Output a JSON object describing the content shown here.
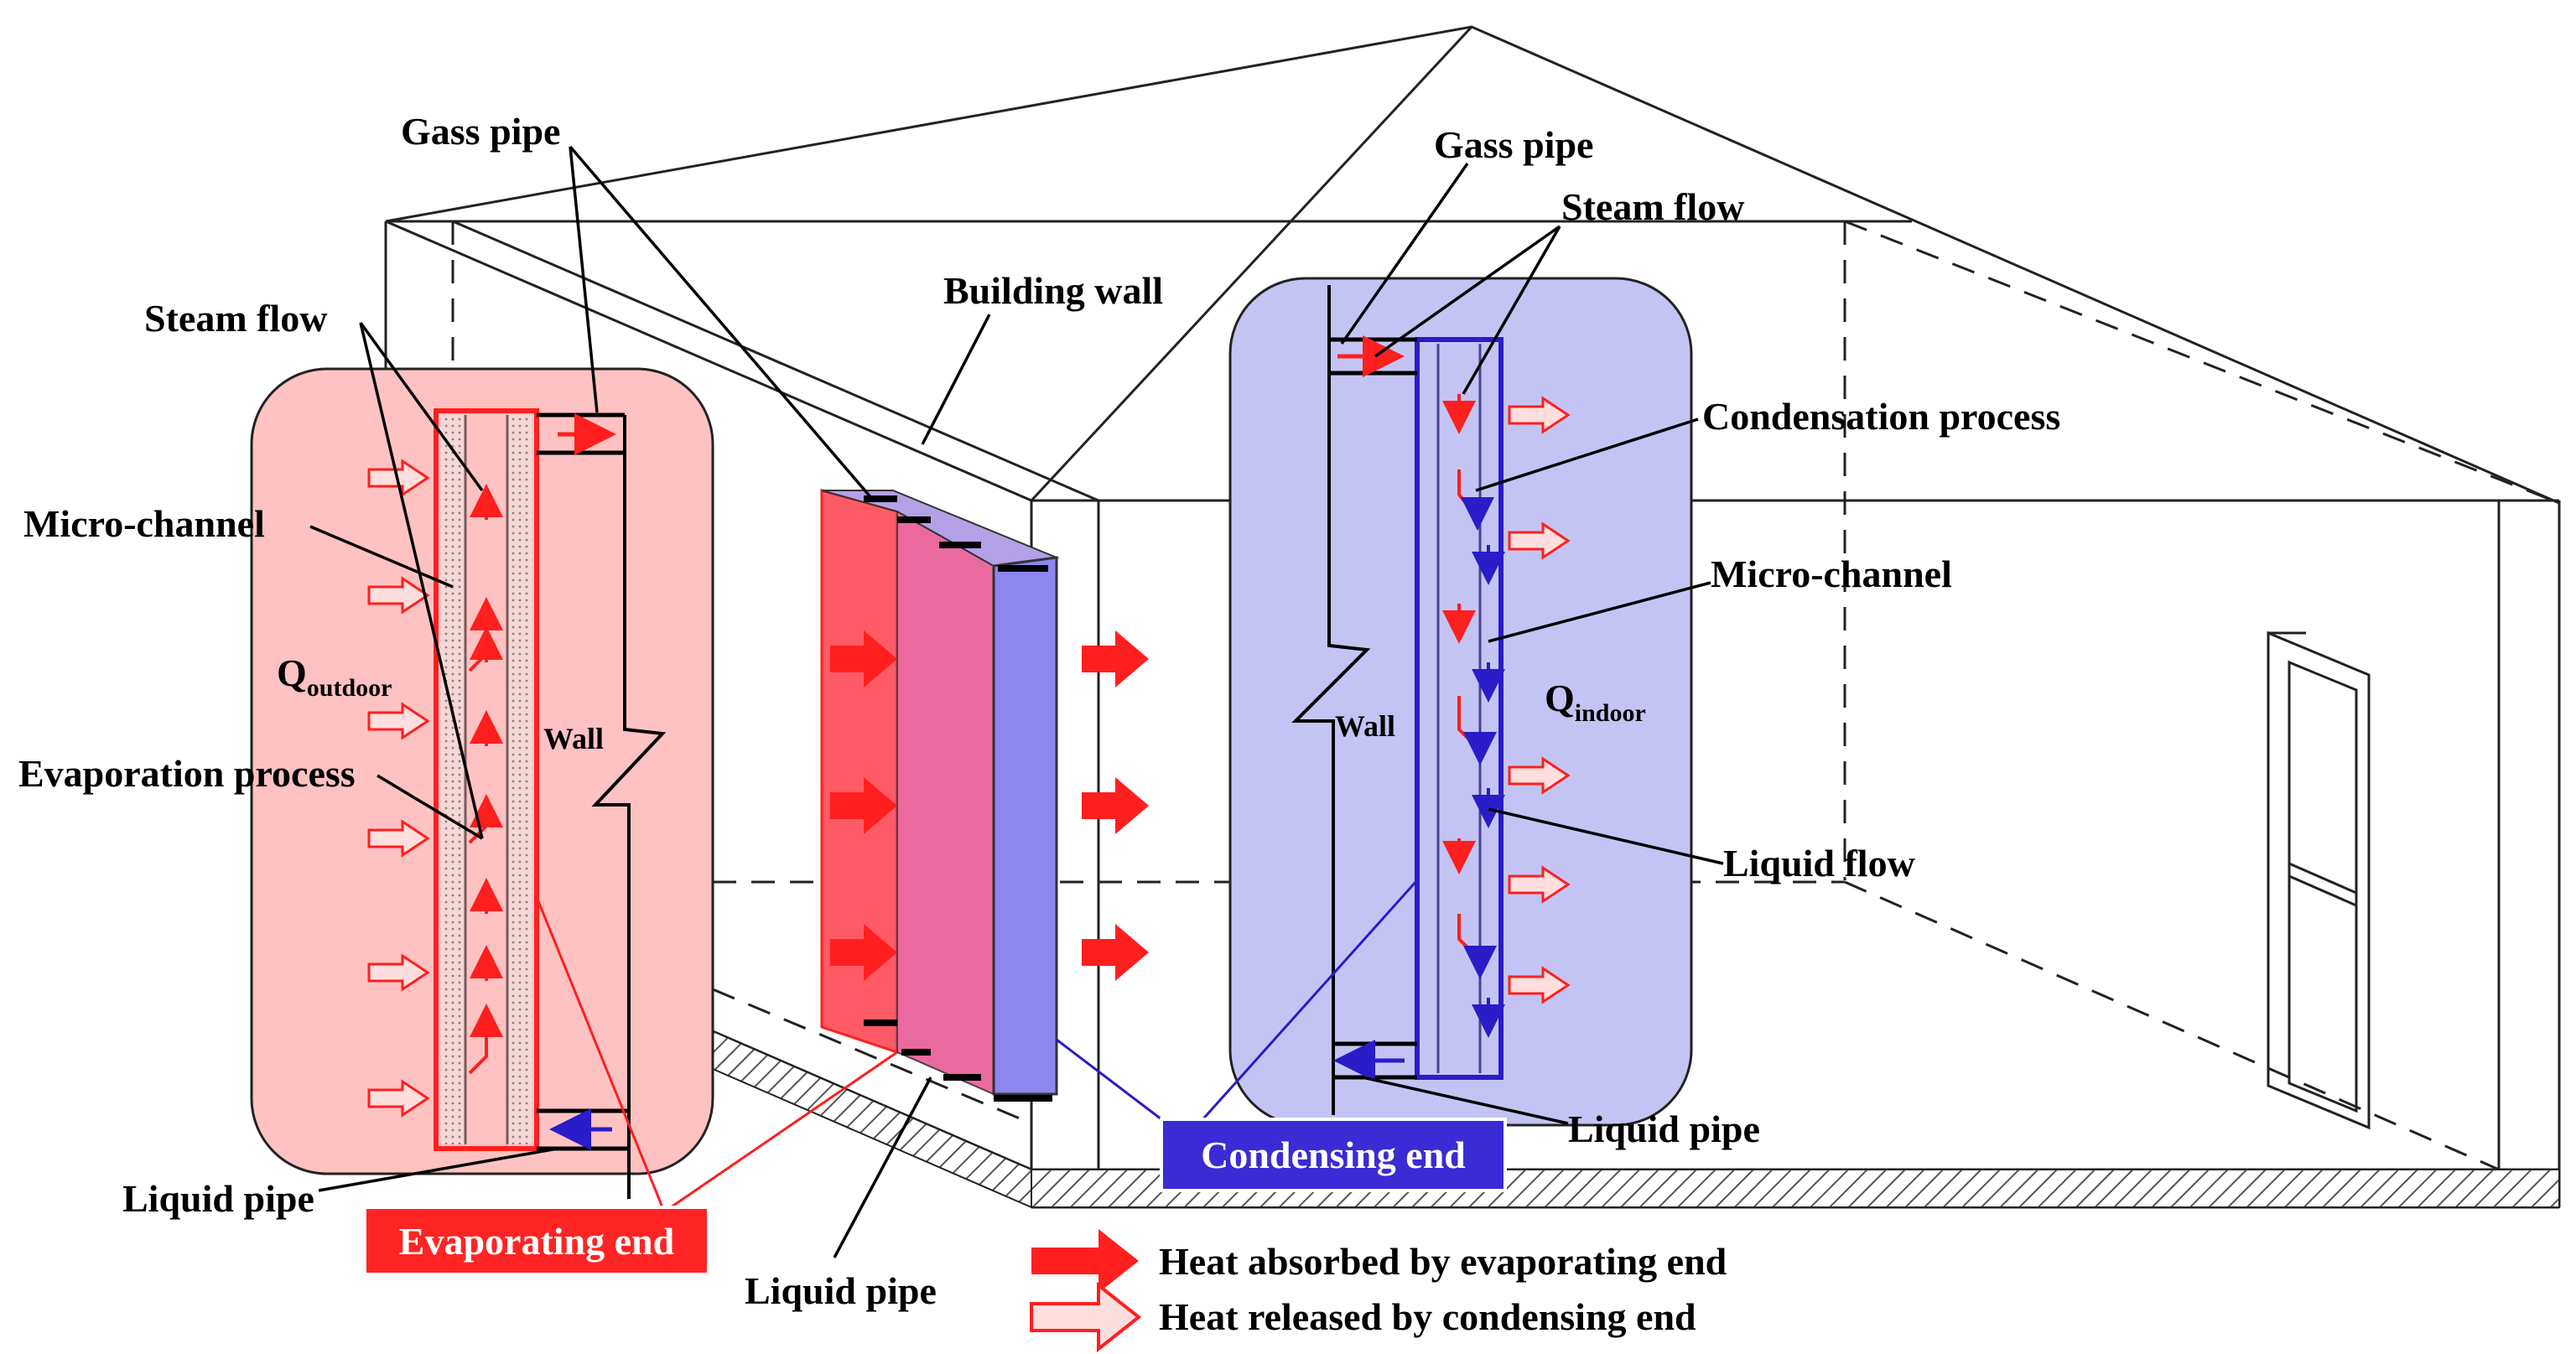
{
  "labels": {
    "gas_pipe_outdoor": "Gass pipe",
    "steam_flow_outdoor": "Steam flow",
    "micro_channel_outdoor": "Micro-channel",
    "q_outdoor_main": "Q",
    "q_outdoor_sub": "outdoor",
    "evaporation_process": "Evaporation process",
    "wall_outdoor": "Wall",
    "liquid_pipe_outdoor": "Liquid pipe",
    "building_wall": "Building wall",
    "liquid_pipe_center": "Liquid pipe",
    "gas_pipe_indoor": "Gass pipe",
    "steam_flow_indoor": "Steam flow",
    "condensation_process": "Condensation process",
    "micro_channel_indoor": "Micro-channel",
    "q_indoor_main": "Q",
    "q_indoor_sub": "indoor",
    "wall_indoor": "Wall",
    "liquid_flow": "Liquid flow",
    "liquid_pipe_indoor": "Liquid pipe"
  },
  "tags": {
    "evaporating_end": "Evaporating end",
    "condensing_end": "Condensing end"
  },
  "legend": {
    "absorbed": "Heat absorbed by evaporating end",
    "released": "Heat released by condensing end"
  },
  "colors": {
    "evaporating": "#ff2424",
    "condensing": "#3a2bd4",
    "outdoor_panel": "#ffc2c2",
    "indoor_panel": "#c4c4f4"
  }
}
